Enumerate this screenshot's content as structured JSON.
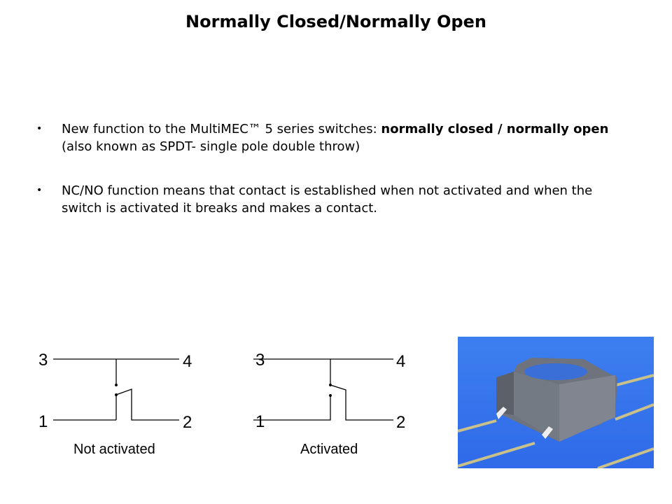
{
  "title": "Normally Closed/Normally Open",
  "bullets": [
    {
      "pre": "New function to the MultiMEC™ 5 series switches: ",
      "bold": "normally closed / normally open",
      "post": " (also known as SPDT- single pole double throw)"
    },
    {
      "pre": "NC/NO function means that contact is established when not activated and when the switch is activated it breaks and makes a contact.",
      "bold": "",
      "post": ""
    }
  ],
  "bullet_symbol": "•",
  "diagrams": [
    {
      "caption": "Not activated",
      "pins": [
        "3",
        "4",
        "1",
        "2"
      ]
    },
    {
      "caption": "Activated",
      "pins": [
        "3",
        "4",
        "1",
        "2"
      ]
    }
  ]
}
